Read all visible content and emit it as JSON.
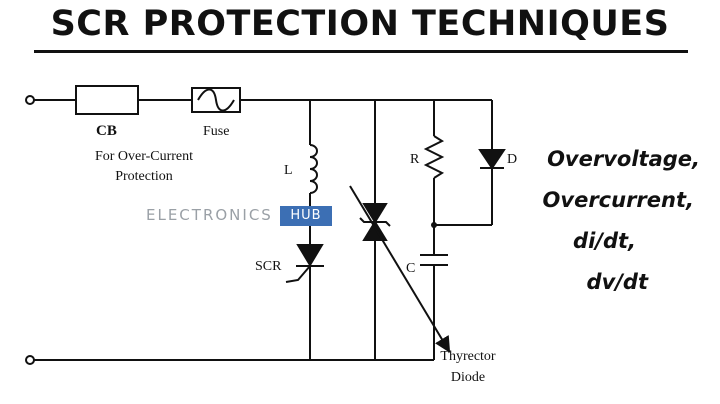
{
  "title": "SCR PROTECTION TECHNIQUES",
  "components": {
    "cb": "CB",
    "cb_note_line1": "For Over-Current",
    "cb_note_line2": "Protection",
    "fuse": "Fuse",
    "inductor": "L",
    "scr": "SCR",
    "resistor": "R",
    "capacitor": "C",
    "diode": "D",
    "thyrector_line1": "Thyrector",
    "thyrector_line2": "Diode"
  },
  "protections": [
    "Overvoltage,",
    "Overcurrent,",
    "di/dt,",
    "dv/dt"
  ],
  "watermark": {
    "text": "ELECTRONICS",
    "badge": "HUB"
  }
}
